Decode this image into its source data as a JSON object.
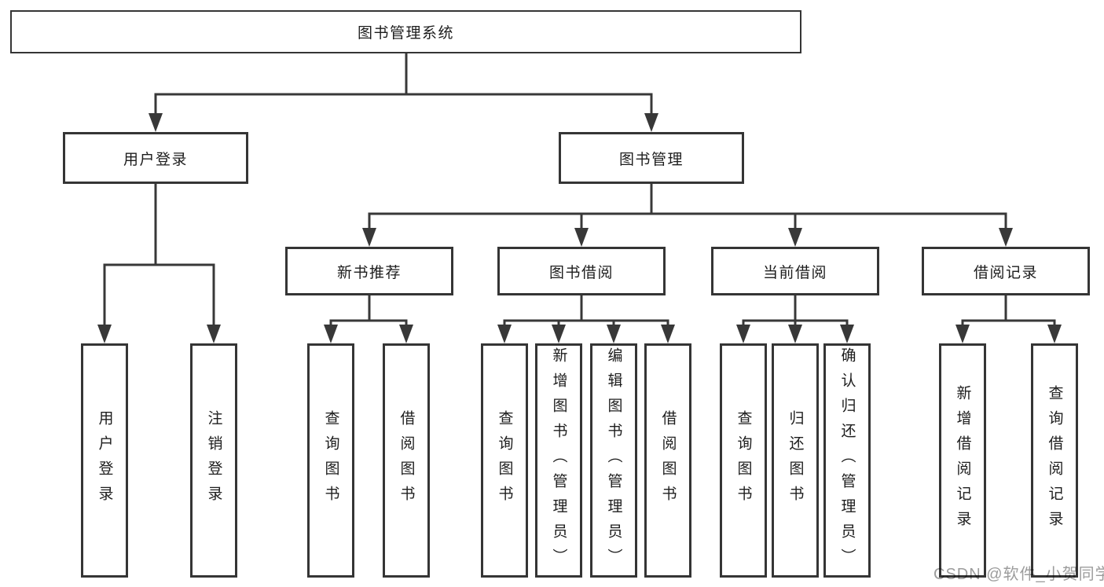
{
  "tree": {
    "root": "图书管理系统",
    "branches": [
      {
        "label": "用户登录",
        "children": [
          "用户登录",
          "注销登录"
        ]
      },
      {
        "label": "图书管理",
        "groups": [
          {
            "label": "新书推荐",
            "children": [
              "查询图书",
              "借阅图书"
            ]
          },
          {
            "label": "图书借阅",
            "children": [
              "查询图书",
              "新增图书（管理员）",
              "编辑图书（管理员）",
              "借阅图书"
            ]
          },
          {
            "label": "当前借阅",
            "children": [
              "查询图书",
              "归还图书",
              "确认归还（管理员）"
            ]
          },
          {
            "label": "借阅记录",
            "children": [
              "新增借阅记录",
              "查询借阅记录"
            ]
          }
        ]
      }
    ]
  },
  "colors": {
    "line": "#383838",
    "border": "#353535",
    "text": "#1d1d1d",
    "watermark": "#9c9c9c"
  },
  "watermark": {
    "text": "CSDN @软件_小贺同学"
  }
}
